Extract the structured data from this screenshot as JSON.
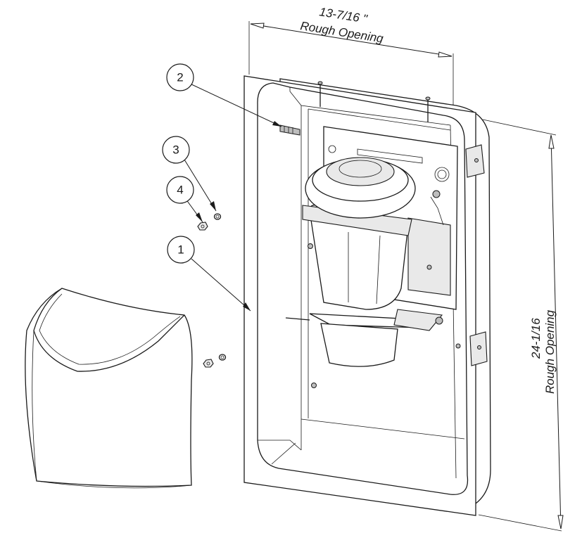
{
  "dimensions": {
    "width_value": "13-7/16 \"",
    "width_label": "Rough Opening",
    "height_value": "24-1/16",
    "height_label": "Rough Opening"
  },
  "callouts": [
    {
      "number": "1",
      "part": "frame"
    },
    {
      "number": "2",
      "part": "screw"
    },
    {
      "number": "3",
      "part": "washer"
    },
    {
      "number": "4",
      "part": "nut"
    }
  ]
}
